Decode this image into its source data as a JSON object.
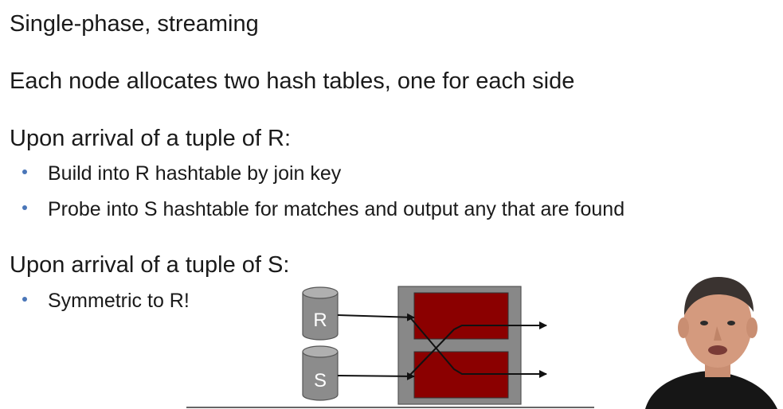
{
  "slide": {
    "line1": "Single-phase, streaming",
    "line2": "Each node allocates two hash tables, one for each side",
    "line3": "Upon arrival of a tuple of R:",
    "bullet1": "Build into R hashtable by join key",
    "bullet2": "Probe into S hashtable for matches and output any that are found",
    "line4": "Upon arrival of a tuple of S:",
    "bullet3": "Symmetric to R!"
  },
  "diagram": {
    "cylinder_r_label": "R",
    "cylinder_s_label": "S",
    "colors": {
      "cylinder": "#8c8c8c",
      "node_box": "#888888",
      "hash_table": "#8b0000",
      "arrow": "#111111",
      "bullet": "#4a76b8"
    }
  },
  "speaker": {
    "icon": "presenter-video-thumbnail"
  }
}
